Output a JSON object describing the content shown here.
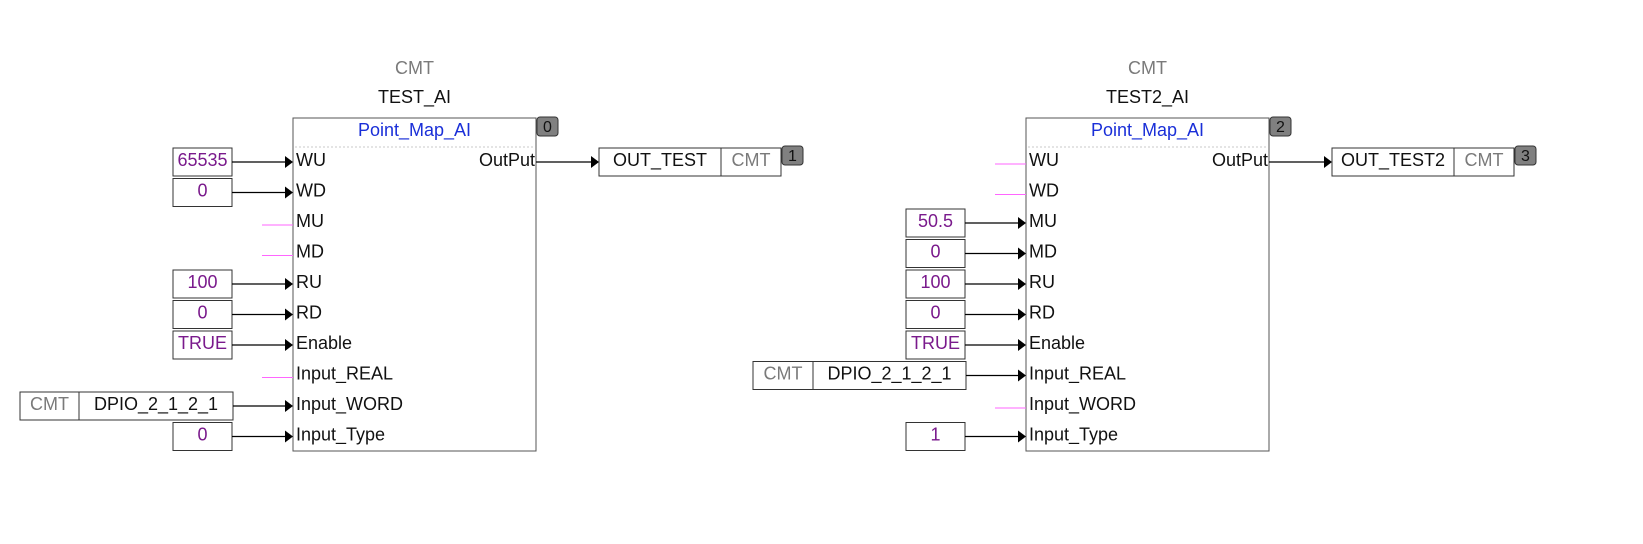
{
  "blocks": [
    {
      "comment": "CMT",
      "instance": "TEST_AI",
      "type": "Point_Map_AI",
      "order": "0",
      "inputs": [
        {
          "pin": "WU",
          "source": {
            "kind": "const",
            "value": "65535"
          }
        },
        {
          "pin": "WD",
          "source": {
            "kind": "const",
            "value": "0"
          }
        },
        {
          "pin": "MU",
          "source": null
        },
        {
          "pin": "MD",
          "source": null
        },
        {
          "pin": "RU",
          "source": {
            "kind": "const",
            "value": "100"
          }
        },
        {
          "pin": "RD",
          "source": {
            "kind": "const",
            "value": "0"
          }
        },
        {
          "pin": "Enable",
          "source": {
            "kind": "const",
            "value": "TRUE"
          }
        },
        {
          "pin": "Input_REAL",
          "source": null
        },
        {
          "pin": "Input_WORD",
          "source": {
            "kind": "var",
            "comment": "CMT",
            "name": "DPIO_2_1_2_1"
          }
        },
        {
          "pin": "Input_Type",
          "source": {
            "kind": "const",
            "value": "0"
          }
        }
      ],
      "output": {
        "pin": "OutPut",
        "name": "OUT_TEST",
        "comment": "CMT",
        "order": "1"
      }
    },
    {
      "comment": "CMT",
      "instance": "TEST2_AI",
      "type": "Point_Map_AI",
      "order": "2",
      "inputs": [
        {
          "pin": "WU",
          "source": null
        },
        {
          "pin": "WD",
          "source": null
        },
        {
          "pin": "MU",
          "source": {
            "kind": "const",
            "value": "50.5"
          }
        },
        {
          "pin": "MD",
          "source": {
            "kind": "const",
            "value": "0"
          }
        },
        {
          "pin": "RU",
          "source": {
            "kind": "const",
            "value": "100"
          }
        },
        {
          "pin": "RD",
          "source": {
            "kind": "const",
            "value": "0"
          }
        },
        {
          "pin": "Enable",
          "source": {
            "kind": "const",
            "value": "TRUE"
          }
        },
        {
          "pin": "Input_REAL",
          "source": {
            "kind": "var",
            "comment": "CMT",
            "name": "DPIO_2_1_2_1"
          }
        },
        {
          "pin": "Input_WORD",
          "source": null
        },
        {
          "pin": "Input_Type",
          "source": {
            "kind": "const",
            "value": "1"
          }
        }
      ],
      "output": {
        "pin": "OutPut",
        "name": "OUT_TEST2",
        "comment": "CMT",
        "order": "3"
      }
    }
  ],
  "colors": {
    "wire": "#000000",
    "unconnected": "#ff66ff",
    "constant_text": "#7a1a8c",
    "type_text": "#1a2fd8",
    "comment_text": "#7a7a7a",
    "badge_fill": "#808080",
    "block_border": "#555555"
  }
}
